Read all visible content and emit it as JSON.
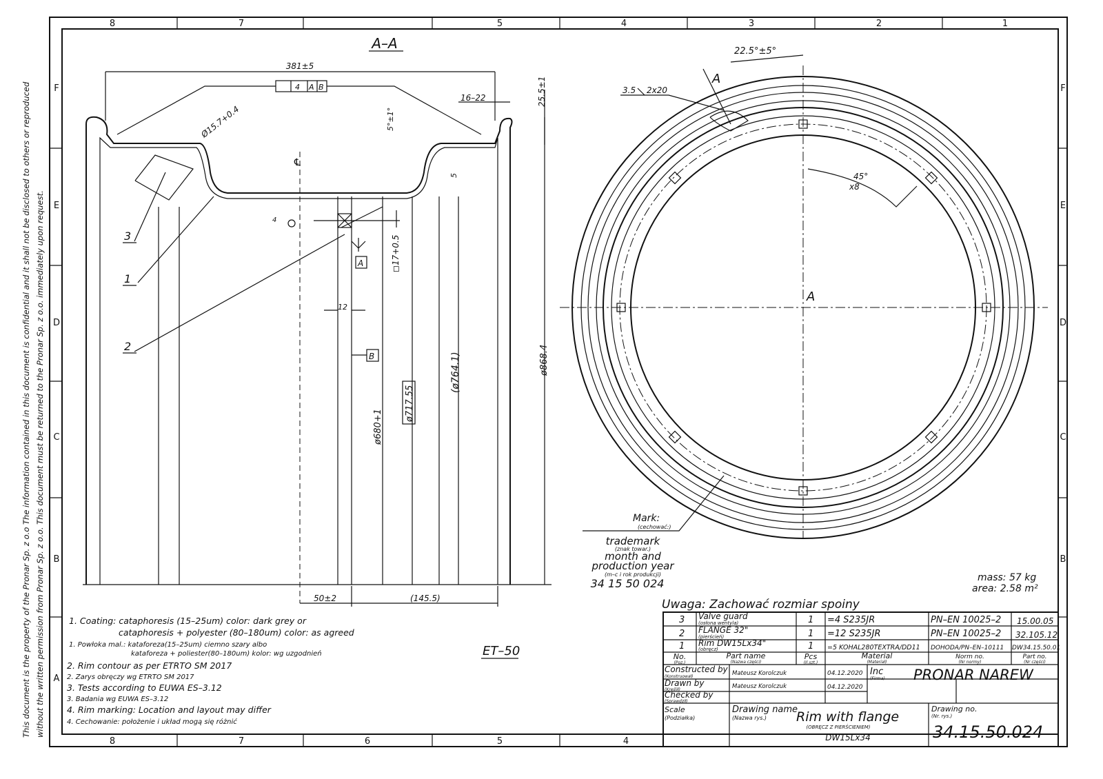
{
  "side_note": [
    "This document is the property of the Pronar Sp. z o.o The information contained in this document is confidential and it shall not be disclosed to others or reproduced",
    "without the written permission from Pronar Sp. z o.o. This document must be returned to the Pronar Sp. z o.o. immediately upon request."
  ],
  "ruler_top": [
    "8",
    "7",
    "5",
    "4",
    "3",
    "2",
    "1"
  ],
  "ruler_bottom": [
    "8",
    "7",
    "6",
    "5",
    "4"
  ],
  "ruler_rows": [
    "F",
    "E",
    "D",
    "C",
    "B",
    "A"
  ],
  "section": {
    "title": "A–A",
    "dims": {
      "width": "381±5",
      "tol_frame": "4",
      "datum_a": "A",
      "datum_b": "B",
      "flange_gap": "16–22",
      "height_right": "25.5±1",
      "hole": "Ø15.7+0.4",
      "angle": "5°±1°",
      "five": "5",
      "twelve": "12",
      "d680": "ø680+1",
      "d717": "ø717.55",
      "d764": "(ø764.1)",
      "d868": "ø868.4",
      "sq": "◻17+0.5",
      "offset": "50±2",
      "d145": "(145.5)",
      "weld": "4",
      "centerline": "℄"
    },
    "callouts": [
      "3",
      "1",
      "2"
    ],
    "et": "ET–50"
  },
  "front_view": {
    "angle": "22.5°±5°",
    "weld": "3.5",
    "weld_len": "2x20",
    "section_mark": "A",
    "bolt_angle": "45°",
    "bolt_count": "x8",
    "mark_label": "Mark:",
    "mark_label_pl": "(cechować:)",
    "trademark": "trademark",
    "trademark_pl": "(znak towar.)",
    "month": "month and",
    "production": "production year",
    "production_pl": "(m–c i rok produkcji)",
    "code": "34 15 50 024",
    "mass": "mass:  57 kg",
    "area": "area:  2.58 m²"
  },
  "notes": [
    "1. Coating:  cataphoresis (15–25um)  color:  dark grey or",
    "cataphoresis + polyester (80–180um)  color:  as agreed",
    "1. Powłoka mal.:  kataforeza(15–25um) ciemno szary albo",
    "kataforeza + poliester(80–180um) kolor:  wg uzgodnień",
    "2. Rim contour as per ETRTO SM 2017",
    "2. Zarys obręczy wg ETRTO SM 2017",
    "3. Tests according to EUWA ES–3.12",
    "3. Badania wg EUWA ES–3.12",
    "4. Rim marking:  Location and layout may differ",
    "4. Cechowanie:  położenie i układ mogą się różnić"
  ],
  "title_block": {
    "uwaga": "Uwaga: Zachować rozmiar spoiny",
    "parts": [
      {
        "no": "3",
        "name": "Valve guard",
        "name_pl": "(osłona wentyla)",
        "pcs": "1",
        "material": "=4  S235JR",
        "norm": "PN–EN 10025–2",
        "part_no": "15.00.05"
      },
      {
        "no": "2",
        "name": "FLANGE 32\"",
        "name_pl": "(pierścień)",
        "pcs": "1",
        "material": "=12  S235JR",
        "norm": "PN–EN 10025–2",
        "part_no": "32.105.12"
      },
      {
        "no": "1",
        "name": "Rim DW15Lx34\"",
        "name_pl": "(obręcz)",
        "pcs": "1",
        "material": "=5  KOHAL280TEXTRA/DD11",
        "norm": "DOHODA/PN–EN–10111",
        "part_no": "DW34.15.50.01"
      }
    ],
    "headers": {
      "no": "No.",
      "no_pl": "(Poz.)",
      "name": "Part name",
      "name_pl": "(Nazwa części)",
      "pcs": "Pcs",
      "pcs_pl": "(Il.szt.)",
      "material": "Material",
      "material_pl": "(Materiał)",
      "norm": "Norm no.",
      "norm_pl": "(Nr normy)",
      "part": "Part no.",
      "part_pl": "(Nr części)"
    },
    "constructed": "Constructed by",
    "constructed_pl": "(Konstruował)",
    "drawn": "Drawn by",
    "drawn_pl": "(Kreślił)",
    "checked": "Checked by",
    "checked_pl": "(Sprawdził)",
    "constructor": "Mateusz Korolczuk",
    "drafter": "Mateusz Korolczuk",
    "date1": "04.12.2020",
    "date2": "04.12.2020",
    "inc": "Inc",
    "inc_pl": "(Firma)",
    "company": "PRONAR NAREW",
    "scale": "Scale",
    "scale_pl": "(Podziałka)",
    "dname": "Drawing name",
    "dname_pl": "(Nazwa rys.)",
    "title": "Rim with flange",
    "title_pl": "(OBRĘCZ Z PIERŚCIENIEM)",
    "subtitle": "DW15Lx34",
    "dno": "Drawing no.",
    "dno_pl": "(Nr. rys.)",
    "drawing_no": "34.15.50.024"
  }
}
